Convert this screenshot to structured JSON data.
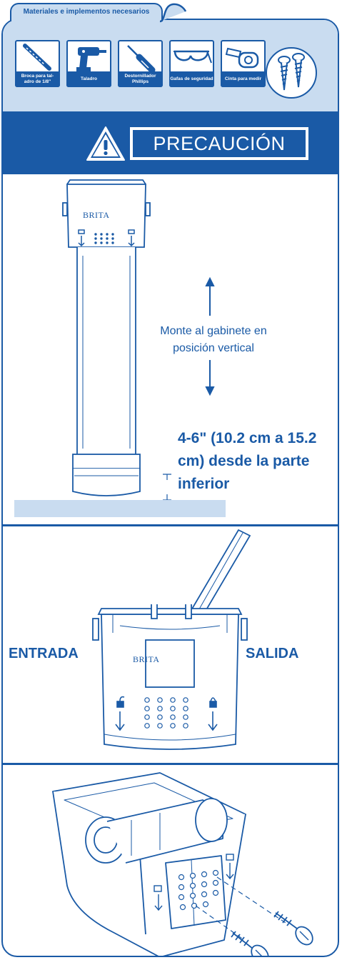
{
  "header": {
    "tab_title": "Materiales e implementos necesarios"
  },
  "tools": [
    {
      "name": "drill-bit",
      "label": "Broca para tal-\nadro de 1/8\""
    },
    {
      "name": "drill",
      "label": "Taladro"
    },
    {
      "name": "screwdriver",
      "label": "Destornillador Phillips"
    },
    {
      "name": "goggles",
      "label": "Gafas de seguridad"
    },
    {
      "name": "tape",
      "label": "Cinta para medir"
    }
  ],
  "caution": {
    "label": "PRECAUCIÓN"
  },
  "step1": {
    "brand": "BRITA",
    "mount_text": "Monte al gabinete en posición vertical",
    "distance_text": "4-6\" (10.2 cm a 15.2 cm) desde la parte inferior"
  },
  "step2": {
    "brand": "BRITA",
    "inlet": "ENTRADA",
    "outlet": "SALIDA"
  },
  "colors": {
    "primary": "#1a5aa6",
    "light": "#c9dcf0"
  }
}
